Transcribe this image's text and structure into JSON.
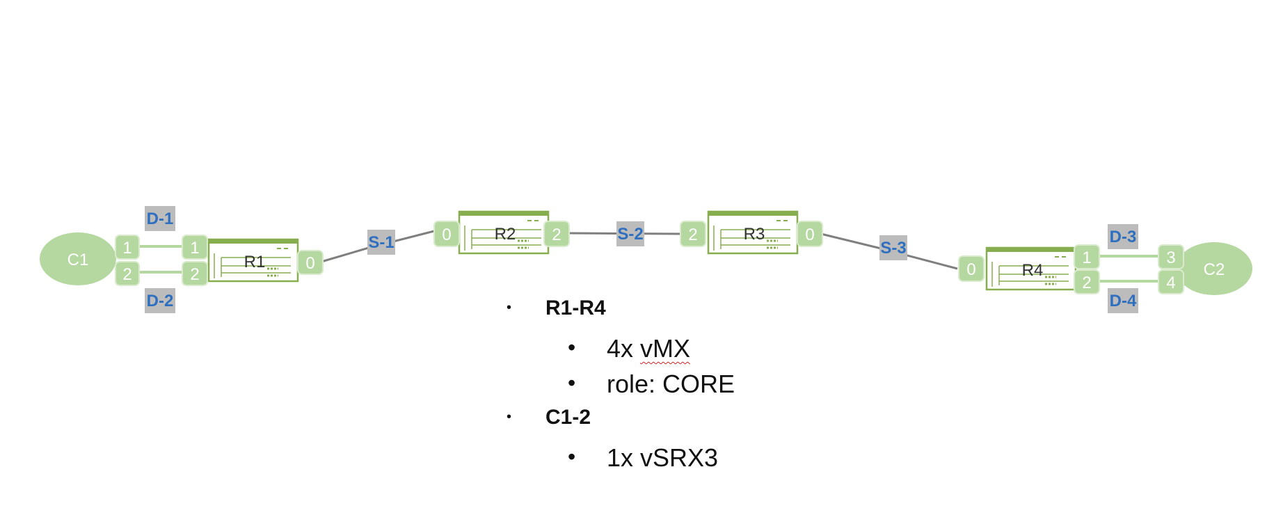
{
  "colors": {
    "node_fill": "#b5d7a0",
    "node_text": "#ffffff",
    "router_border": "#86ad4e",
    "router_header": "#86ad4e",
    "router_label": "#333333",
    "port_fill": "#b5d7a0",
    "port_border": "#d9ebcc",
    "access_link": "#b5d7a0",
    "core_link": "#7f7f7f",
    "link_label_bg": "#bcbcbc",
    "link_label_text": "#2f6fbf"
  },
  "nodes": {
    "c1": "C1",
    "c2": "C2",
    "r1": "R1",
    "r2": "R2",
    "r3": "R3",
    "r4": "R4"
  },
  "ports": {
    "c1_top": "1",
    "c1_bottom": "2",
    "r1_top": "1",
    "r1_bottom": "2",
    "r1_right": "0",
    "r2_left": "0",
    "r2_right": "2",
    "r3_left": "2",
    "r3_right": "0",
    "r4_left": "0",
    "r4_top": "1",
    "r4_bottom": "2",
    "c2_top": "3",
    "c2_bottom": "4"
  },
  "links": {
    "d1": "D-1",
    "d2": "D-2",
    "d3": "D-3",
    "d4": "D-4",
    "s1": "S-1",
    "s2": "S-2",
    "s3": "S-3"
  },
  "notes": {
    "group1": "R1-R4",
    "group1_item1_prefix": "4x ",
    "group1_item1_word": "vMX",
    "group1_item2": "role: CORE",
    "group2": "C1-2",
    "group2_item1": "1x vSRX3"
  }
}
